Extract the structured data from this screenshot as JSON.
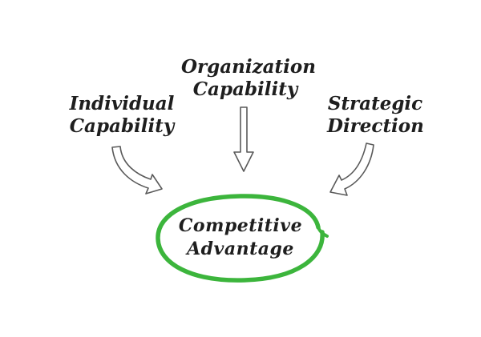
{
  "colors": {
    "text": "#1e1e1e",
    "arrow_stroke": "#5a5a5a",
    "arrow_fill": "#ffffff",
    "ellipse": "#3cb53c"
  },
  "sources": [
    {
      "line1": "Individual",
      "line2": "Capability"
    },
    {
      "line1": "Organization",
      "line2": "Capability"
    },
    {
      "line1": "Strategic",
      "line2": "Direction"
    }
  ],
  "target": {
    "line1": "Competitive",
    "line2": "Advantage"
  },
  "arrows": [
    {
      "from": "Individual Capability",
      "to": "Competitive Advantage",
      "icon": "curved-arrow-right"
    },
    {
      "from": "Organization Capability",
      "to": "Competitive Advantage",
      "icon": "arrow-down"
    },
    {
      "from": "Strategic Direction",
      "to": "Competitive Advantage",
      "icon": "curved-arrow-left"
    }
  ]
}
